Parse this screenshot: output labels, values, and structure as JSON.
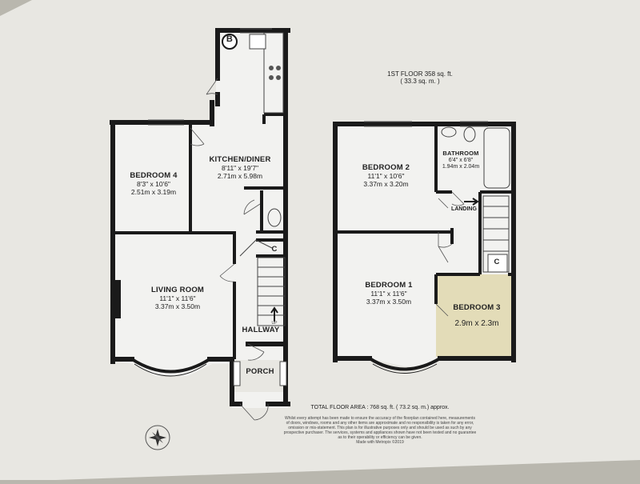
{
  "plan": {
    "first_floor_area": "1ST FLOOR 358 sq. ft.",
    "first_floor_area_metric": "( 33.3 sq. m. )",
    "total_area": "TOTAL FLOOR AREA : 768 sq. ft. ( 73.2 sq. m.) approx.",
    "disclaimer": [
      "Whilst every attempt has been made to ensure the accuracy of the floorplan contained here, measurements",
      "of doors, windows, rooms and any other items are approximate and no responsibility is taken for any error,",
      "omission or mis-statement. This plan is for illustrative purposes only and should be used as such by any",
      "prospective purchaser. The services, systems and appliances shown have not been tested and no guarantee",
      "as to their operability or efficiency can be given.",
      "Made with Metropix ©2019"
    ]
  },
  "ground_floor": {
    "boiler": "B",
    "kitchen": {
      "name": "KITCHEN/DINER",
      "imperial": "8'11\" x 19'7\"",
      "metric": "2.71m x 5.98m"
    },
    "bedroom4": {
      "name": "BEDROOM 4",
      "imperial": "8'3\" x 10'6\"",
      "metric": "2.51m x 3.19m"
    },
    "living": {
      "name": "LIVING ROOM",
      "imperial": "11'1\" x 11'6\"",
      "metric": "3.37m x 3.50m"
    },
    "hallway": "HALLWAY",
    "porch": "PORCH",
    "cupboard": "C",
    "stairs_up": "UP"
  },
  "first_floor": {
    "bedroom2": {
      "name": "BEDROOM 2",
      "imperial": "11'1\" x 10'6\"",
      "metric": "3.37m x 3.20m"
    },
    "bathroom": {
      "name": "BATHROOM",
      "imperial": "6'4\" x 6'8\"",
      "metric": "1.94m x 2.04m"
    },
    "landing": "LANDING",
    "bedroom1": {
      "name": "BEDROOM 1",
      "imperial": "11'1\" x 11'6\"",
      "metric": "3.37m x 3.50m"
    },
    "bedroom3": {
      "name": "BEDROOM 3",
      "metric": "2.9m x 2.3m"
    },
    "cupboard": "C"
  },
  "colors": {
    "paper": "#e8e7e2",
    "wall": "#1a1a1a",
    "floor": "#f2f2f0",
    "patch": "#e3dcb8"
  },
  "icons": [
    "compass-icon"
  ]
}
